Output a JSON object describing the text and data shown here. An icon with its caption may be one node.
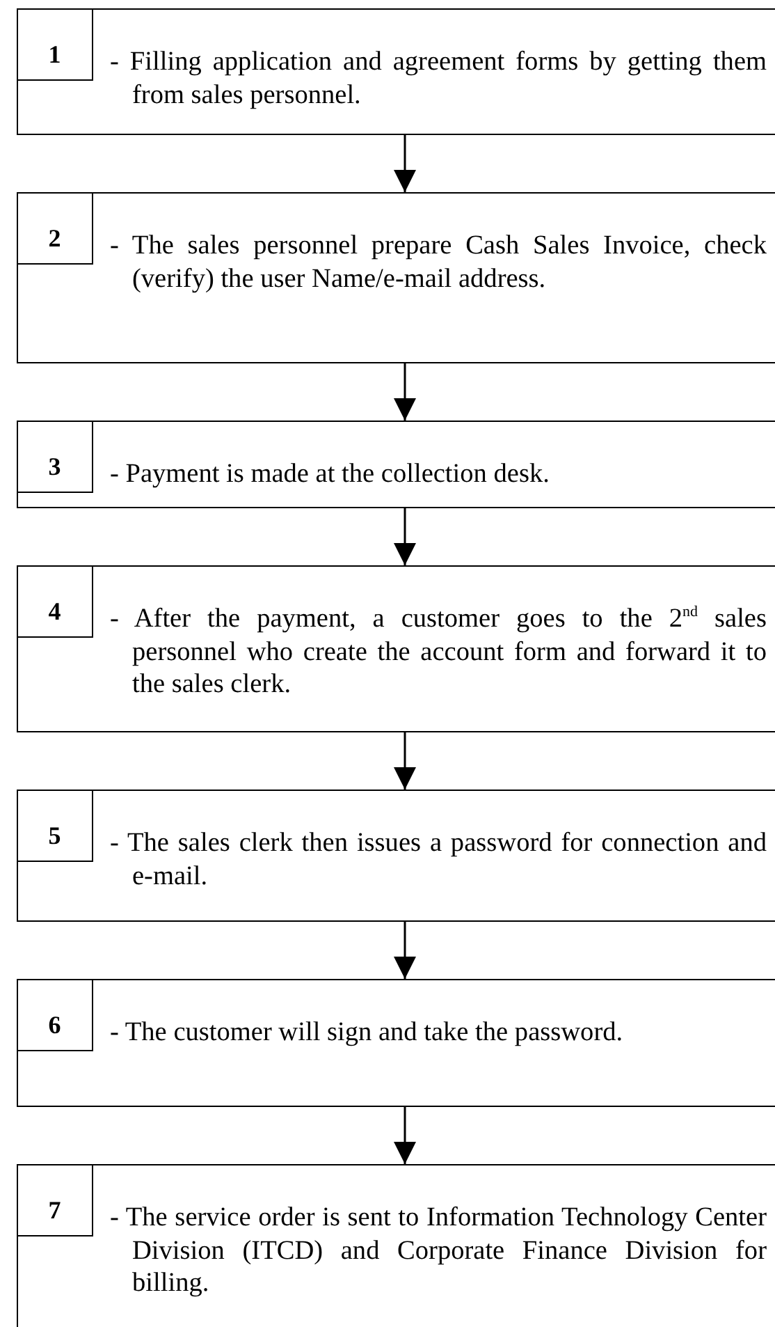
{
  "diagram": {
    "nodes": [
      {
        "text": [
          "- Filling application and agreement forms by getting them from sales personnel."
        ]
      },
      {
        "text": [
          "1"
        ],
        "in": 0
      },
      {
        "text": [
          "- The sales personnel prepare Cash Sales Invoice, check (verify) the user Name/e-mail address."
        ]
      },
      {
        "text": [
          "2"
        ],
        "in": 2
      },
      {
        "text": [
          "- Payment is made at the collection desk."
        ]
      },
      {
        "text": [
          "3"
        ],
        "in": 4
      },
      {
        "text": [
          "- After the payment, a customer goes to the 2$^{nd}$ sales personnel who create the account form and forward it to the sales clerk."
        ]
      },
      {
        "text": [
          "4"
        ],
        "in": 6
      },
      {
        "text": [
          "- The sales clerk then issues a password for connection and e-mail."
        ]
      },
      {
        "text": [
          "5"
        ],
        "in": 8
      },
      {
        "text": [
          "- The customer will sign and take the password."
        ]
      },
      {
        "text": [
          "6"
        ],
        "in": 10
      },
      {
        "text": [
          "- The service order is sent to Information Technology Center Division (ITCD) and Corporate Finance Division for billing."
        ]
      },
      {
        "text": [
          "7"
        ],
        "in": 12
      }
    ],
    "edges": [
      {
        "from": 0,
        "to": 2,
        "arrow": "to"
      },
      {
        "from": 2,
        "to": 4,
        "arrow": "to"
      },
      {
        "from": 4,
        "to": 6,
        "arrow": "to"
      },
      {
        "from": 6,
        "to": 8,
        "arrow": "to"
      },
      {
        "from": 8,
        "to": 10,
        "arrow": "to"
      },
      {
        "from": 10,
        "to": 12,
        "arrow": "to"
      }
    ]
  }
}
